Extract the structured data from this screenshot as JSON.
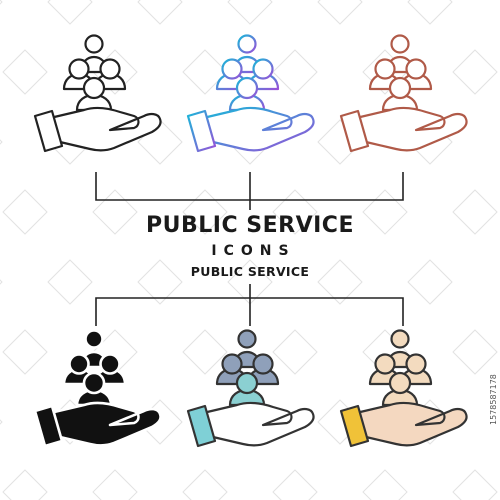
{
  "heading": {
    "title": "PUBLIC SERVICE",
    "subtitle": "ICONS",
    "caption": "PUBLIC SERVICE"
  },
  "stock_id": "1578587178",
  "icons": [
    {
      "name": "outline-black",
      "icon": "hand-people-icon",
      "style": "outline",
      "stroke": "#222222",
      "fill": "none"
    },
    {
      "name": "outline-gradient",
      "icon": "hand-people-icon",
      "style": "gradient",
      "stroke_start": "#18b8d8",
      "stroke_end": "#9a50d8"
    },
    {
      "name": "outline-brown",
      "icon": "hand-people-icon",
      "style": "outline",
      "stroke": "#b05a48",
      "fill": "none"
    },
    {
      "name": "solid-black",
      "icon": "hand-people-icon",
      "style": "solid",
      "fill": "#111111"
    },
    {
      "name": "filled-teal",
      "icon": "hand-people-icon",
      "style": "filled",
      "stroke": "#333333",
      "fill_back": "#8fa0ba",
      "fill_front": "#8bd0d2",
      "fill_hand": "#ffffff",
      "fill_cuff": "#7fd0d6"
    },
    {
      "name": "filled-skin",
      "icon": "hand-people-icon",
      "style": "filled",
      "stroke": "#333333",
      "fill_back": "#f3dbbf",
      "fill_front": "#f3dbbf",
      "fill_hand": "#f4d8c0",
      "fill_cuff": "#f0c238"
    }
  ],
  "colors": {
    "connector": "#222222",
    "text": "#1a1a1a",
    "watermark": "#e2e2e2"
  }
}
